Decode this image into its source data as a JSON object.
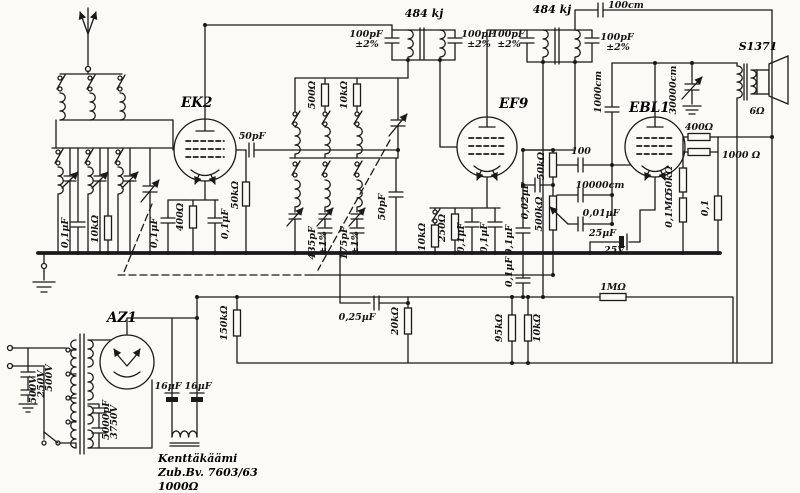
{
  "schematic": {
    "tubes": {
      "mixer": "EK2",
      "if_amp": "EF9",
      "output": "EBL1",
      "rectifier": "AZ1"
    },
    "ift": {
      "freq": "484 kj",
      "cap": "100pF",
      "tol": "±2%"
    },
    "top_cap": "100cm",
    "speaker": {
      "model": "S1371",
      "impedance": "6Ω"
    },
    "input": {
      "cap": "0,1μF",
      "res": "10kΩ"
    },
    "mixer": {
      "coupling_cap": "50pF",
      "grid_res": "50kΩ",
      "cathode_res": "400Ω",
      "cap1": "0,1μF",
      "cap2": "0,1μF"
    },
    "osc": {
      "res1": "500Ω",
      "res2": "10kΩ",
      "padder1": "435pF",
      "tol1": "±1%",
      "padder2": "175pF",
      "tol2": "±1%",
      "cap": "50pF"
    },
    "if_amp": {
      "sw_res": "10kΩ",
      "cathode_res": "250Ω",
      "cap1": "0,1μF",
      "cap2": "0,1μF"
    },
    "detector": {
      "cap1": "0,1μF",
      "cap2": "0,1μF",
      "avc_cap": "0,02μF",
      "avc_res": "50kΩ",
      "pot": "500kΩ",
      "cap100": "100",
      "cap10000": "10000cm",
      "cap001": "0,01μF",
      "elco": "25μF",
      "elco_v": "25V",
      "res150k": "150kΩ",
      "cap025": "0,25μF",
      "res20k": "20kΩ",
      "div_res1": "95kΩ",
      "div_res2": "10kΩ"
    },
    "output": {
      "grid_cap": "1000cm",
      "tone_cap": "30000cm",
      "res400": "400Ω",
      "res1000": "1000 Ω",
      "res50k": "50kΩ",
      "res01m": "0,1MΩ",
      "res01": "0,1",
      "res1m": "1MΩ"
    },
    "power": {
      "tap1": "500V",
      "tap2": "250V",
      "tap3": "500V",
      "hv_cap": "5000pF",
      "hv_volt": "3750V",
      "elco1": "16μF",
      "elco2": "16μF",
      "field1": "Kenttäkäämi",
      "field2": "Zub.Bv. 7603/63",
      "field3": "1000Ω"
    }
  }
}
